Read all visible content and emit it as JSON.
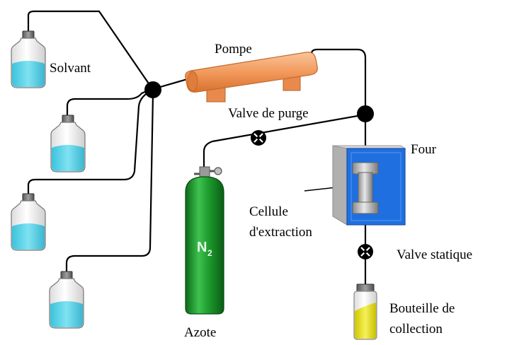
{
  "labels": {
    "solvent": "Solvant",
    "pump": "Pompe",
    "purge_valve": "Valve de purge",
    "oven": "Four",
    "cell_line1": "Cellule",
    "cell_line2": "d'extraction",
    "static_valve": "Valve statique",
    "bottle_line1": "Bouteille de",
    "bottle_line2": "collection",
    "nitrogen": "Azote",
    "cylinder_mark": "N",
    "cylinder_mark_sub": "2"
  },
  "colors": {
    "solvent_liquid": "#59d1e6",
    "pump": "#f29a5c",
    "oven_blue": "#1f6fe0",
    "oven_frame": "#c8c8c8",
    "cylinder_green": "#1e9c2e",
    "collection_liquid": "#e8e020",
    "tubing": "#000000"
  },
  "components": {
    "solvent_bottle_count": 4
  }
}
